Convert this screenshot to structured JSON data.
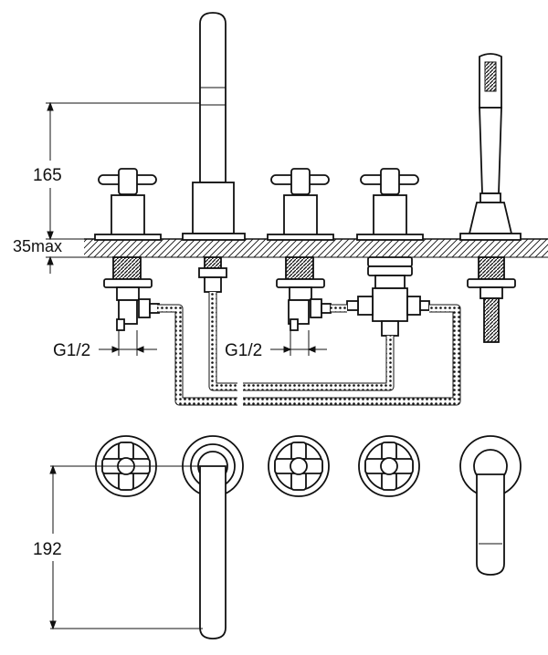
{
  "diagram": {
    "dimensions": {
      "spout_height": "165",
      "deck_thickness": "35max",
      "spout_reach": "192"
    },
    "connections": {
      "left_inlet": "G1/2",
      "right_inlet": "G1/2"
    },
    "components": {
      "valves": [
        "cross-handle-valve-left",
        "cross-handle-valve-middle",
        "cross-handle-diverter-right"
      ],
      "spout": "bath-spout",
      "shower": "hand-shower"
    },
    "colors": {
      "line": "#111111",
      "background": "#ffffff"
    }
  }
}
